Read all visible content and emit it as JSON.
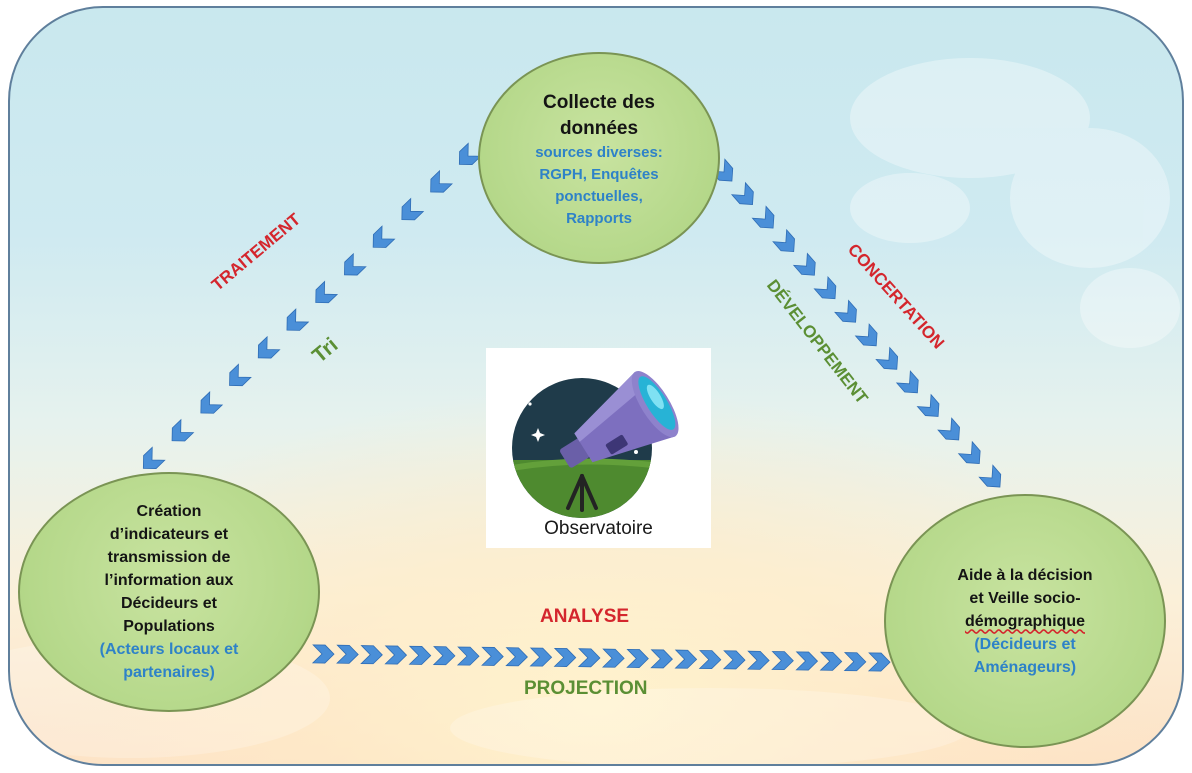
{
  "nodes": {
    "top": {
      "title": "Collecte des données",
      "subtitle_lines": [
        "sources diverses:",
        "RGPH, Enquêtes",
        "ponctuelles,",
        "Rapports"
      ]
    },
    "left": {
      "title_lines": [
        "Création",
        "d’indicateurs et",
        "transmission de",
        "l’information aux",
        "Décideurs et",
        "Populations"
      ],
      "subtitle_lines": [
        "(Acteurs locaux et",
        "partenaires)"
      ]
    },
    "right": {
      "title_lines": [
        "Aide à la décision",
        "et Veille socio-",
        "démographique"
      ],
      "subtitle_lines": [
        "(Décideurs et",
        "Aménageurs)"
      ]
    }
  },
  "labels": {
    "traitement": "TRAITEMENT",
    "tri": "Tri",
    "concertation": "CONCERTATION",
    "developpement": "DÉVELOPPEMENT",
    "analyse": "ANALYSE",
    "projection": "PROJECTION"
  },
  "center": {
    "label": "Observatoire",
    "icon": "telescope-icon"
  },
  "colors": {
    "red": "#d4262d",
    "green": "#5b8f34",
    "blue": "#2e82c8",
    "chevron": "#4a8fd8",
    "node_fill": "#b5d88a"
  }
}
